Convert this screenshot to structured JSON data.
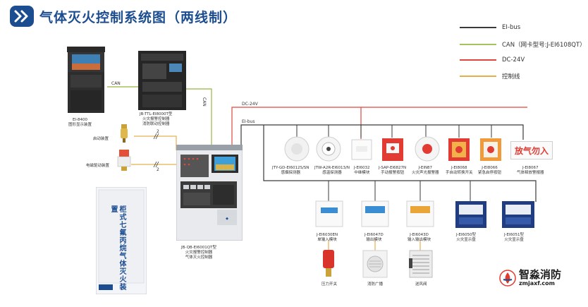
{
  "header": {
    "title": "气体灭火控制系统图（两线制）"
  },
  "legend": [
    {
      "label": "EI-bus",
      "color": "#3a3a3a"
    },
    {
      "label": "CAN（网卡型号:J-EI6108QT）",
      "color": "#a5c25d"
    },
    {
      "label": "DC-24V",
      "color": "#e0473c"
    },
    {
      "label": "控制线",
      "color": "#e3b04f"
    }
  ],
  "wire_labels": {
    "can_left": "CAN",
    "can_vertical": "CAN",
    "dc24v": "DC-24V",
    "eibus": "EI-bus",
    "num_1": "2",
    "num_2": "2"
  },
  "devices": {
    "display": {
      "model": "EI-8400",
      "desc": "图形显示装置"
    },
    "main_panel": {
      "model": "JB-TTL-EI8000T型",
      "desc1": "火灾报警控制器",
      "desc2": "消防联动控制器"
    },
    "pressure_switch_left": {
      "desc": "启动装置"
    },
    "solenoid": {
      "desc": "电磁驱动装置"
    },
    "gas_controller": {
      "model": "JB-QB-EI6001QT型",
      "desc1": "火灾报警控制器",
      "desc2": "气体灭火控制器"
    },
    "cabinet": {
      "text": "柜式七氟丙烷气体灭火装置"
    },
    "smoke": {
      "model": "JTY-GD-EI6012S/SN",
      "desc": "感烟探测器"
    },
    "heat": {
      "model": "JTW-A2R-EI6013/N",
      "desc": "感温探测器"
    },
    "relay": {
      "model": "J-EI6032",
      "desc": "中继模块"
    },
    "manual": {
      "model": "J-SAP-EI6827N",
      "desc": "手动报警按钮"
    },
    "strobe": {
      "model": "J-EIN87",
      "desc": "火灾声光报警器"
    },
    "abort": {
      "model": "J-EI8068",
      "desc": "手自动转换开关"
    },
    "emergency": {
      "model": "J-EI8066",
      "desc": "紧急启停按钮"
    },
    "release_sign": {
      "model": "J-EI8067",
      "desc": "气体释放警报器",
      "sign_text": "放气勿入"
    },
    "input_module": {
      "model": "J-EI6030EN",
      "desc": "单输入模块"
    },
    "output_module": {
      "model": "J-EI6047D",
      "desc": "输出模块"
    },
    "io_module": {
      "model": "J-EI6043D",
      "desc": "输入输出模块"
    },
    "panel_a": {
      "model": "J-EI6050型",
      "desc": "火灾显示盘"
    },
    "panel_b": {
      "model": "J-EI6051型",
      "desc": "火灾显示盘"
    },
    "valve": {
      "desc": "压力开关"
    },
    "speaker": {
      "desc": "消防广播"
    },
    "fan": {
      "desc": "送风阀"
    }
  },
  "brand": {
    "name": "智淼消防",
    "url": "zmjaxf.com"
  }
}
